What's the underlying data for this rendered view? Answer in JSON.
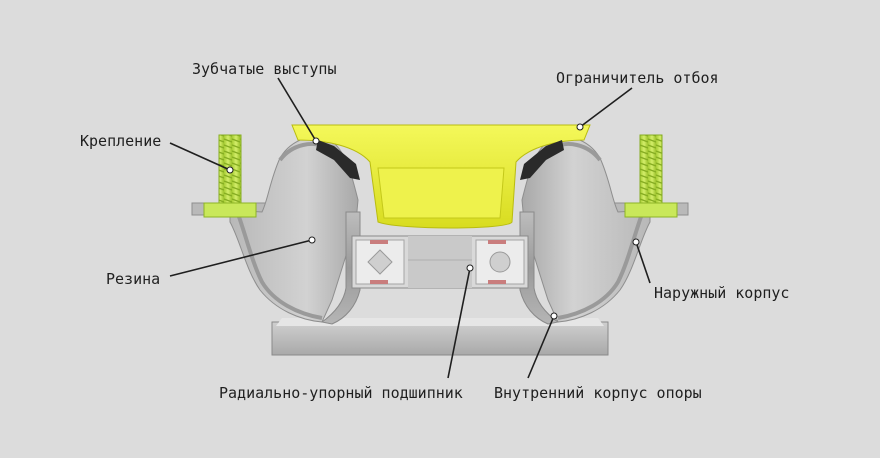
{
  "labels": {
    "teeth": "Зубчатые выступы",
    "rebound_stop": "Ограничитель отбоя",
    "mount": "Крепление",
    "rubber": "Резина",
    "outer_housing": "Наружный корпус",
    "bearing": "Радиально-упорный подшипник",
    "inner_housing": "Внутренний корпус опоры"
  },
  "colors": {
    "background": "#dcdcdc",
    "metal": "#9c9c9c",
    "rubber": "#c4c4c4",
    "yellow_part": "#e8ec3a",
    "bolt": "#bde04a",
    "line": "#1f1f1f"
  }
}
